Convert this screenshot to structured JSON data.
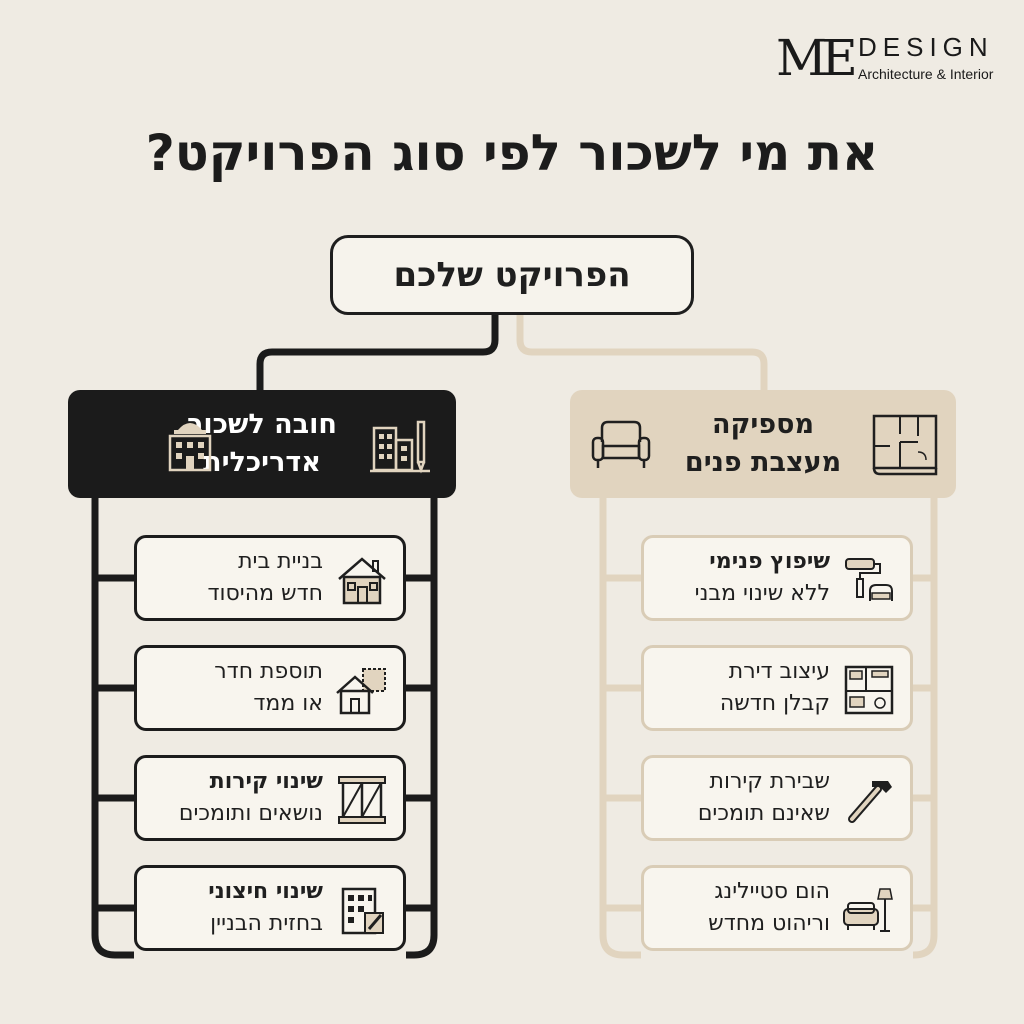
{
  "logo": {
    "mark": "ME",
    "design": "DESIGN",
    "subtitle": "Architecture & Interior"
  },
  "title": "את מי לשכור לפי סוג הפרויקט?",
  "root": {
    "label": "הפרויקט שלכם"
  },
  "colors": {
    "dark": "#1b1b1b",
    "beige": "#e1d4bf",
    "beige_line": "#d9ccb6",
    "background": "#efebe3"
  },
  "branches": {
    "architect": {
      "heading_line1": "חובה לשכור",
      "heading_line2": "אדריכלית",
      "icons": [
        "hardhat-building-icon",
        "building-pencil-icon"
      ],
      "items": [
        {
          "line1": "בניית בית",
          "line2": "חדש מהיסוד",
          "icon": "house-icon"
        },
        {
          "line1": "תוספת חדר",
          "line2": "או ממד",
          "icon": "house-extension-icon"
        },
        {
          "line1": "שינוי קירות",
          "line2": "נושאים ותומכים",
          "icon": "wall-frame-icon"
        },
        {
          "line1": "שינוי חיצוני",
          "line2": "בחזית הבניין",
          "icon": "facade-icon"
        }
      ]
    },
    "designer": {
      "heading_line1": "מספיקה",
      "heading_line2": "מעצבת פנים",
      "icons": [
        "armchair-icon",
        "floor-plan-icon"
      ],
      "items": [
        {
          "line1": "שיפוץ פנימי",
          "line2": "ללא שינוי מבני",
          "icon": "paint-roller-icon"
        },
        {
          "line1": "עיצוב דירת",
          "line2": "קבלן חדשה",
          "icon": "apartment-plan-icon"
        },
        {
          "line1": "שבירת קירות",
          "line2": "שאינם תומכים",
          "icon": "hammer-icon"
        },
        {
          "line1": "הום סטיילינג",
          "line2": "וריהוט מחדש",
          "icon": "sofa-lamp-icon"
        }
      ]
    }
  }
}
